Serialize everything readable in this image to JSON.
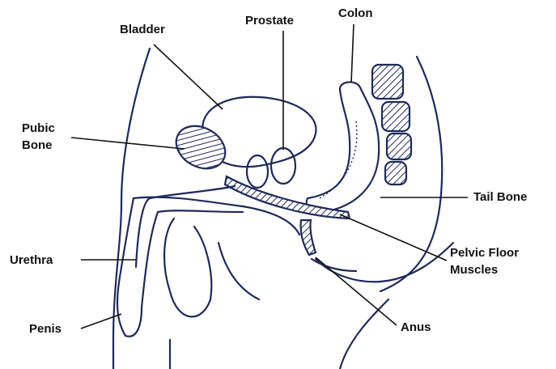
{
  "labels": {
    "bladder": "Bladder",
    "prostate": "Prostate",
    "colon": "Colon",
    "pubic_bone_line1": "Pubic",
    "pubic_bone_line2": "Bone",
    "tail_bone": "Tail Bone",
    "urethra": "Urethra",
    "pelvic_floor_line1": "Pelvic Floor",
    "pelvic_floor_line2": "Muscles",
    "penis": "Penis",
    "anus": "Anus"
  },
  "colors": {
    "outline": "#1e2a5a",
    "label_text": "#111111",
    "background": "#ffffff"
  }
}
